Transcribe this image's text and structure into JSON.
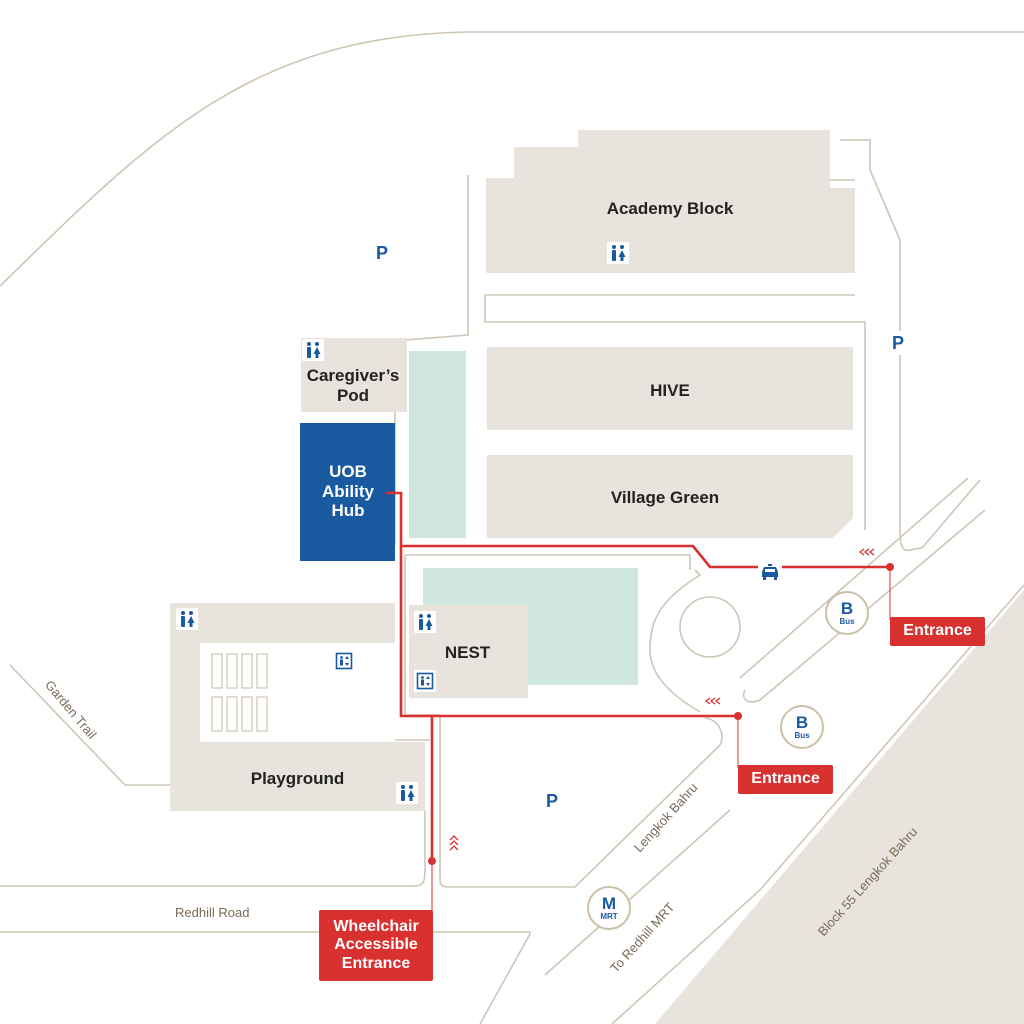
{
  "colors": {
    "road": "#cfc5b5",
    "building": "#e8e4dd",
    "grass": "#cfe6df",
    "hub": "#1a5aa0",
    "route": "#d93030",
    "icon_blue": "#1a5aa0"
  },
  "buildings": {
    "academy_block": "Academy Block",
    "hive": "HIVE",
    "village_green": "Village Green",
    "caregivers_pod": "Caregiver’s Pod",
    "uob_ability_hub": "UOB Ability Hub",
    "nest": "NEST",
    "playground": "Playground"
  },
  "roads": {
    "garden_trail": "Garden Trail",
    "redhill_road": "Redhill Road",
    "lengkok_bahru": "Lengkok Bahru",
    "to_redhill_mrt": "To Redhill MRT",
    "block_55": "Block 55 Lengkok Bahru"
  },
  "entrances": {
    "east": "Entrance",
    "south": "Entrance",
    "wheelchair": "Wheelchair Accessible Entrance"
  },
  "icons": {
    "parking_letter": "P",
    "bus_letter": "B",
    "bus_text": "Bus",
    "mrt_letter": "M",
    "mrt_text": "MRT",
    "restroom_icon": "restroom-icon",
    "lift_icon": "lift-icon",
    "taxi_icon": "taxi-icon",
    "arrow_icon": "chevron-arrow-icon"
  }
}
